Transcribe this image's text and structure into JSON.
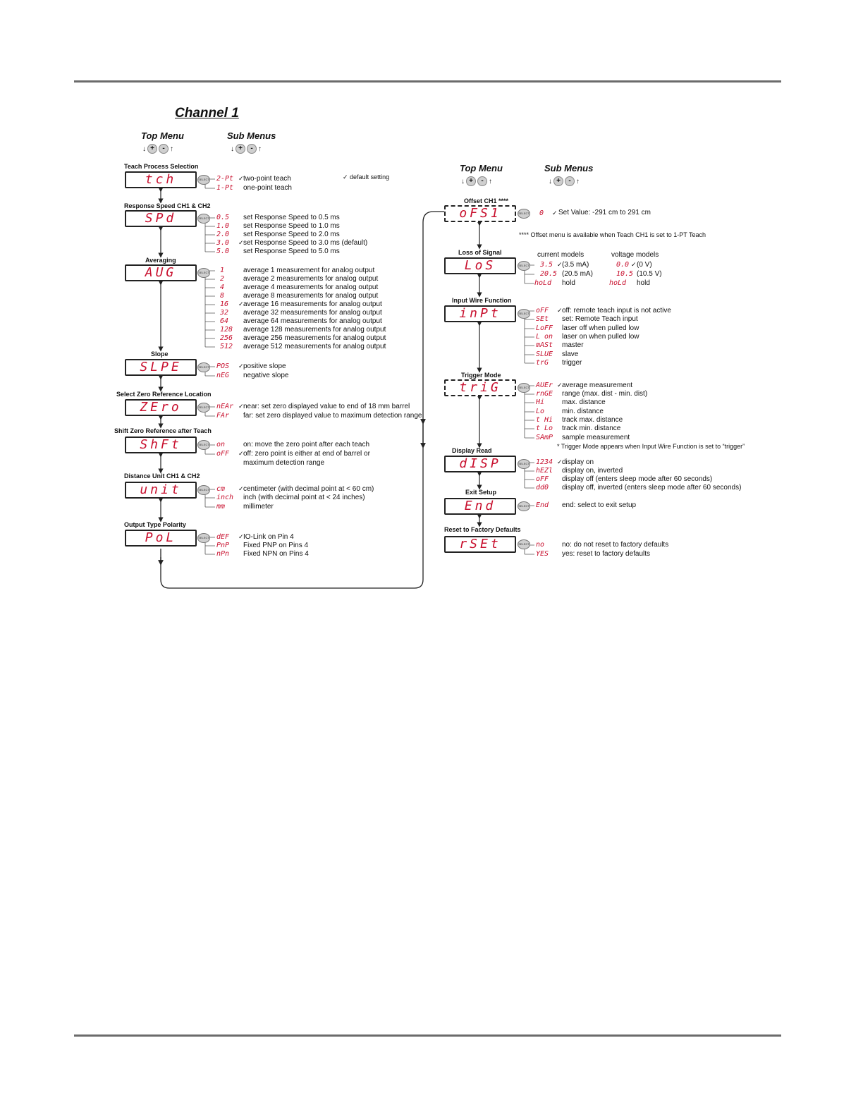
{
  "title": "Channel 1",
  "headers": {
    "top_menu": "Top Menu",
    "sub_menus": "Sub Menus"
  },
  "nav": {
    "plus": "+",
    "minus": "-"
  },
  "select_label": "SELECT",
  "default_note": "default setting",
  "left_menus": [
    {
      "label": "Teach Process Selection",
      "display": "tch",
      "items": [
        {
          "code": "2-Pt",
          "text": "two-point teach",
          "default": true
        },
        {
          "code": "1-Pt",
          "text": "one-point teach"
        }
      ]
    },
    {
      "label": "Response Speed CH1 & CH2",
      "display": "SPd",
      "items": [
        {
          "code": "0.5",
          "text": "set Response Speed to 0.5 ms"
        },
        {
          "code": "1.0",
          "text": "set Response Speed to 1.0 ms"
        },
        {
          "code": "2.0",
          "text": "set Response Speed to 2.0 ms"
        },
        {
          "code": "3.0",
          "text": "set Response Speed to 3.0 ms  (default)",
          "default": true
        },
        {
          "code": "5.0",
          "text": "set Response Speed to 5.0 ms"
        }
      ]
    },
    {
      "label": "Averaging",
      "display": "AUG",
      "items": [
        {
          "code": "1",
          "text": "average 1 measurement for analog output"
        },
        {
          "code": "2",
          "text": "average 2 measurements for analog output"
        },
        {
          "code": "4",
          "text": "average 4 measurements for analog output"
        },
        {
          "code": "8",
          "text": "average 8 measurements for analog output"
        },
        {
          "code": "16",
          "text": "average 16 measurements for analog output",
          "default": true
        },
        {
          "code": "32",
          "text": "average 32 measurements for analog output"
        },
        {
          "code": "64",
          "text": "average 64 measurements for analog output"
        },
        {
          "code": "128",
          "text": "average 128 measurements for analog output"
        },
        {
          "code": "256",
          "text": "average 256 measurements for analog output"
        },
        {
          "code": "512",
          "text": "average 512 measurements for analog output"
        }
      ]
    },
    {
      "label": "Slope",
      "display": "SLPE",
      "items": [
        {
          "code": "POS",
          "text": "positive slope",
          "default": true
        },
        {
          "code": "nEG",
          "text": "negative slope"
        }
      ]
    },
    {
      "label": "Select Zero Reference Location",
      "display": "ZEro",
      "items": [
        {
          "code": "nEAr",
          "text": "near: set zero displayed value to end of 18 mm barrel",
          "default": true
        },
        {
          "code": "FAr",
          "text": "far: set zero displayed value to maximum detection range"
        }
      ]
    },
    {
      "label": "Shift Zero Reference after Teach",
      "display": "ShFt",
      "items": [
        {
          "code": "on",
          "text": "on: move the zero point after each teach"
        },
        {
          "code": "oFF",
          "text": "off: zero point is either at end of barrel or",
          "default": true
        },
        {
          "code": "",
          "text": "maximum detection range"
        }
      ]
    },
    {
      "label": "Distance Unit CH1 & CH2",
      "display": "unit",
      "items": [
        {
          "code": "cm",
          "text": "centimeter (with decimal point at < 60 cm)",
          "default": true
        },
        {
          "code": "inch",
          "text": "inch (with decimal point at < 24 inches)"
        },
        {
          "code": "mm",
          "text": "millimeter"
        }
      ]
    },
    {
      "label": "Output Type Polarity",
      "display": "PoL",
      "items": [
        {
          "code": "dEF",
          "text": "IO-Link on Pin 4",
          "default": true
        },
        {
          "code": "PnP",
          "text": "Fixed PNP on Pins 4"
        },
        {
          "code": "nPn",
          "text": "Fixed NPN on Pins 4"
        }
      ]
    }
  ],
  "offset": {
    "label": "Offset CH1 ****",
    "display": "oFS1",
    "code": "0",
    "text": "Set Value:   -291 cm to 291 cm",
    "note": "**** Offset menu is available when Teach CH1 is set to 1-PT Teach"
  },
  "loss": {
    "label": "Loss of Signal",
    "display": "LoS",
    "col1": "current models",
    "col2": "voltage models",
    "rows": [
      {
        "c1": "3.5",
        "t1": "(3.5 mA)",
        "c2": "0.0",
        "t2": "(0 V)",
        "default": true
      },
      {
        "c1": "20.5",
        "t1": "(20.5 mA)",
        "c2": "10.5",
        "t2": "(10.5 V)"
      },
      {
        "c1": "hoLd",
        "t1": "hold",
        "c2": "hoLd",
        "t2": "hold"
      }
    ]
  },
  "right_menus": [
    {
      "label": "Input Wire Function",
      "display": "inPt",
      "items": [
        {
          "code": "oFF",
          "text": "off: remote teach input is not active",
          "default": true
        },
        {
          "code": "SEt",
          "text": "set: Remote Teach input"
        },
        {
          "code": "LoFF",
          "text": "laser off when pulled low"
        },
        {
          "code": "L on",
          "text": "laser on when pulled low"
        },
        {
          "code": "mASt",
          "text": "master"
        },
        {
          "code": "SLUE",
          "text": "slave"
        },
        {
          "code": "trG",
          "text": "trigger"
        }
      ]
    },
    {
      "label": "Trigger Mode",
      "display": "triG",
      "dashed": true,
      "items": [
        {
          "code": "AUEr",
          "text": "average measurement",
          "default": true
        },
        {
          "code": "rnGE",
          "text": "range (max. dist - min. dist)"
        },
        {
          "code": "Hi",
          "text": "max. distance"
        },
        {
          "code": "Lo",
          "text": "min. distance"
        },
        {
          "code": "t Hi",
          "text": "track max. distance"
        },
        {
          "code": "t Lo",
          "text": "track min. distance"
        },
        {
          "code": "SAmP",
          "text": "sample measurement"
        }
      ],
      "note": "* Trigger Mode appears when Input Wire Function is set to “trigger”"
    },
    {
      "label": "Display Read",
      "display": "dISP",
      "items": [
        {
          "code": "1234",
          "text": "display on",
          "default": true
        },
        {
          "code": "hEZl",
          "text": "display on, inverted"
        },
        {
          "code": "oFF",
          "text": "display off (enters sleep mode after 60 seconds)"
        },
        {
          "code": "dd0",
          "text": "display off, inverted (enters sleep mode after 60 seconds)"
        }
      ]
    },
    {
      "label": "Exit Setup",
      "display": "End",
      "items": [
        {
          "code": "End",
          "text": "end: select to exit setup"
        }
      ]
    },
    {
      "label": "Reset to Factory Defaults",
      "display": "rSEt",
      "items": [
        {
          "code": "no",
          "text": "no: do not reset to factory defaults"
        },
        {
          "code": "YES",
          "text": "yes: reset to factory defaults"
        }
      ]
    }
  ]
}
